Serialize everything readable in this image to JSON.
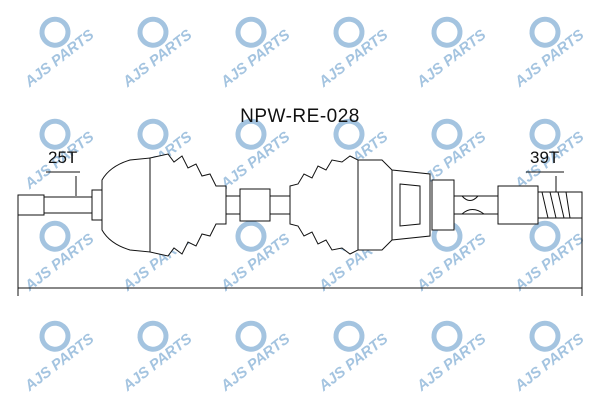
{
  "product": {
    "part_number": "NPW-RE-028"
  },
  "splines": {
    "left_teeth": "25T",
    "right_teeth": "39T"
  },
  "watermark": {
    "text": "AJS PARTS",
    "icon": "ajs-parts-logo-icon",
    "color": "#5b95c8"
  }
}
